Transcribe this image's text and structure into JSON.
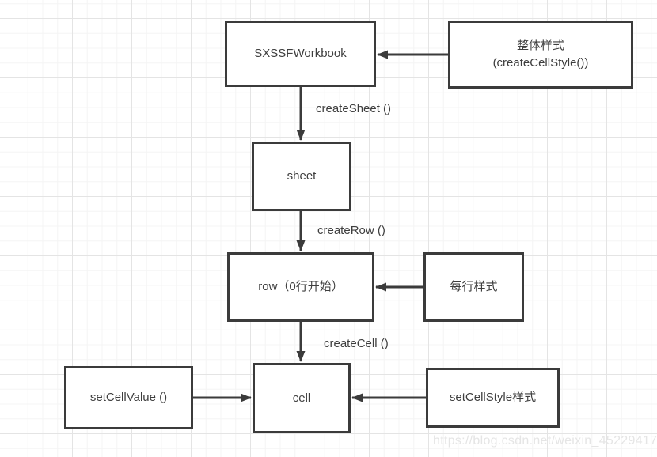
{
  "colors": {
    "border": "#3b3b3b",
    "text": "#3e3e3e",
    "box_fill": "#ffffff",
    "grid_minor": "#f4f4f4",
    "grid_major": "#e4e4e4",
    "watermark": "#e5e5e5"
  },
  "nodes": {
    "workbook": {
      "label": "SXSSFWorkbook"
    },
    "overall_style": {
      "line1": "整体样式",
      "line2": "(createCellStyle())"
    },
    "sheet": {
      "label": "sheet"
    },
    "row": {
      "label": "row（0行开始）"
    },
    "row_style": {
      "label": "每行样式"
    },
    "set_cell_value": {
      "label": "setCellValue ()"
    },
    "cell": {
      "label": "cell"
    },
    "set_cell_style": {
      "label": "setCellStyle样式"
    }
  },
  "edges": {
    "create_sheet": {
      "label": "createSheet ()"
    },
    "create_row": {
      "label": "createRow ()"
    },
    "create_cell": {
      "label": "createCell ()"
    }
  },
  "watermark": {
    "text": "https://blog.csdn.net/weixin_45229417"
  }
}
